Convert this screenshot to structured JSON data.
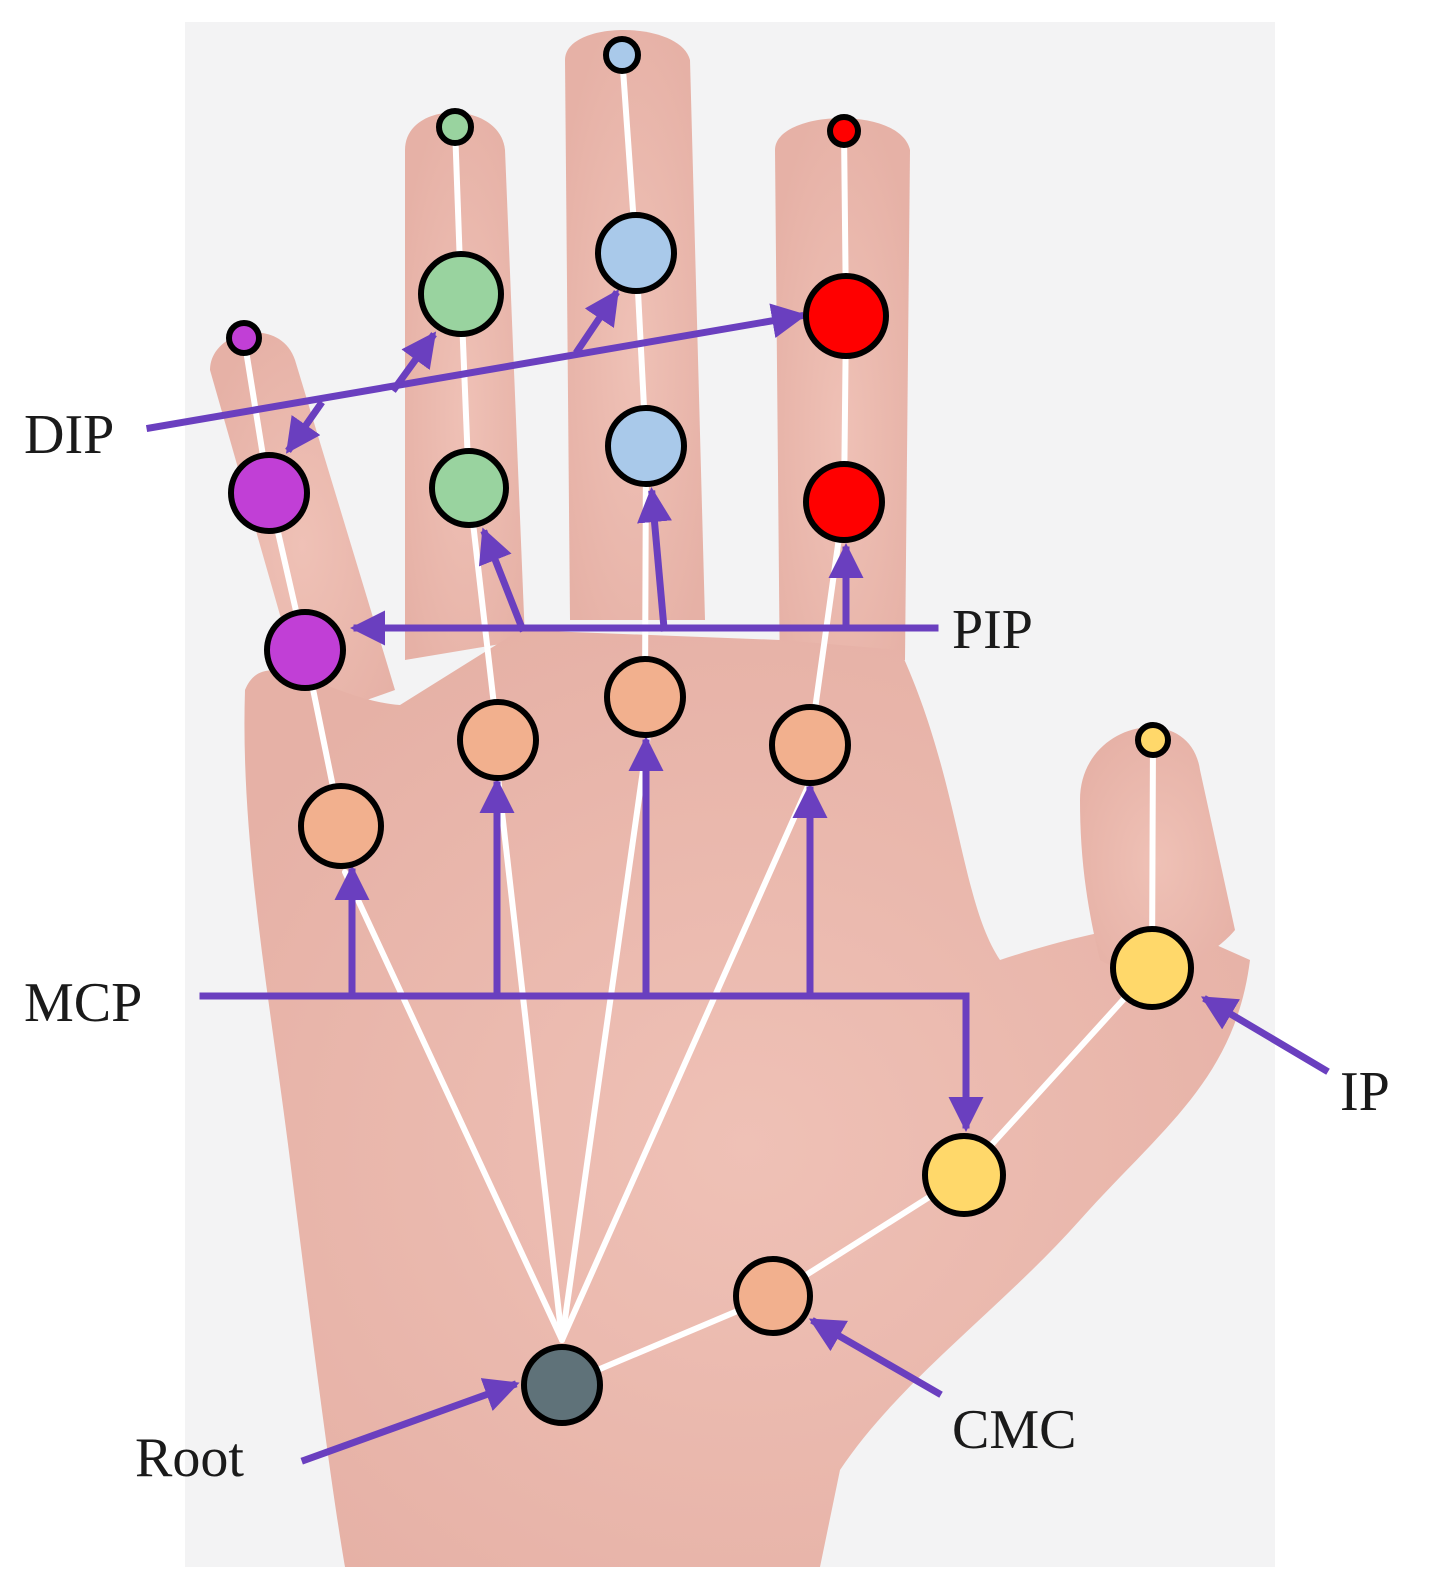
{
  "labels": {
    "dip": "DIP",
    "pip": "PIP",
    "mcp": "MCP",
    "ip": "IP",
    "cmc": "CMC",
    "root": "Root"
  },
  "colors": {
    "arrow": "#6a3fbf",
    "bone": "#ffffff",
    "outline": "#000000",
    "skin": "#efc5bb",
    "pinky": "#c13fd6",
    "ring": "#99d39f",
    "middle": "#a9c9ea",
    "index": "#ff0000",
    "thumb": "#ffd86a",
    "mcp_joint": "#f2b08e",
    "root": "#5f7279"
  }
}
